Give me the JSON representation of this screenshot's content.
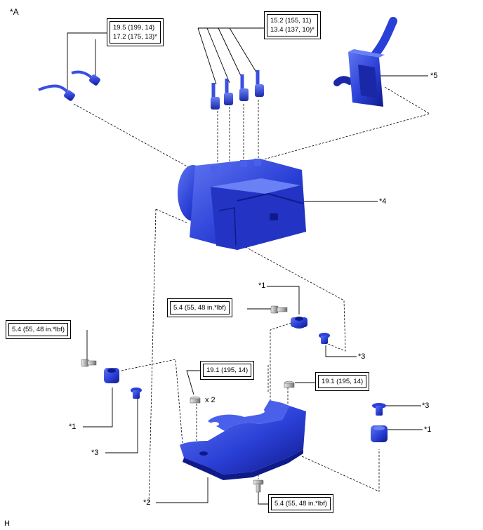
{
  "figure": {
    "view_label": "*A",
    "code_label": "H"
  },
  "torque_specs": {
    "hydraulic_lines_left": [
      "19.5 (199, 14)",
      "17.2 (175, 13)*"
    ],
    "hydraulic_lines_right": [
      "15.2 (155, 11)",
      "13.4 (137, 10)*"
    ],
    "bolt_upper_right": "5.4 (55, 48 in.*lbf)",
    "bolt_left": "5.4 (55, 48 in.*lbf)",
    "nut_x2": "19.1 (195, 14)",
    "nut_right": "19.1 (195, 14)",
    "bolt_bottom": "5.4 (55, 48 in.*lbf)"
  },
  "callouts": {
    "connector": "*5",
    "actuator": "*4",
    "grommet_upper": "*1",
    "collar_upper": "*3",
    "grommet_left": "*1",
    "collar_left": "*3",
    "bracket": "*2",
    "collar_right": "*3",
    "grommet_right": "*1",
    "quantity": "x 2"
  },
  "colors": {
    "part_blue": "#2a3fd6",
    "part_dark": "#0f1a8a",
    "part_light": "#5f74f0",
    "line": "#000000"
  }
}
